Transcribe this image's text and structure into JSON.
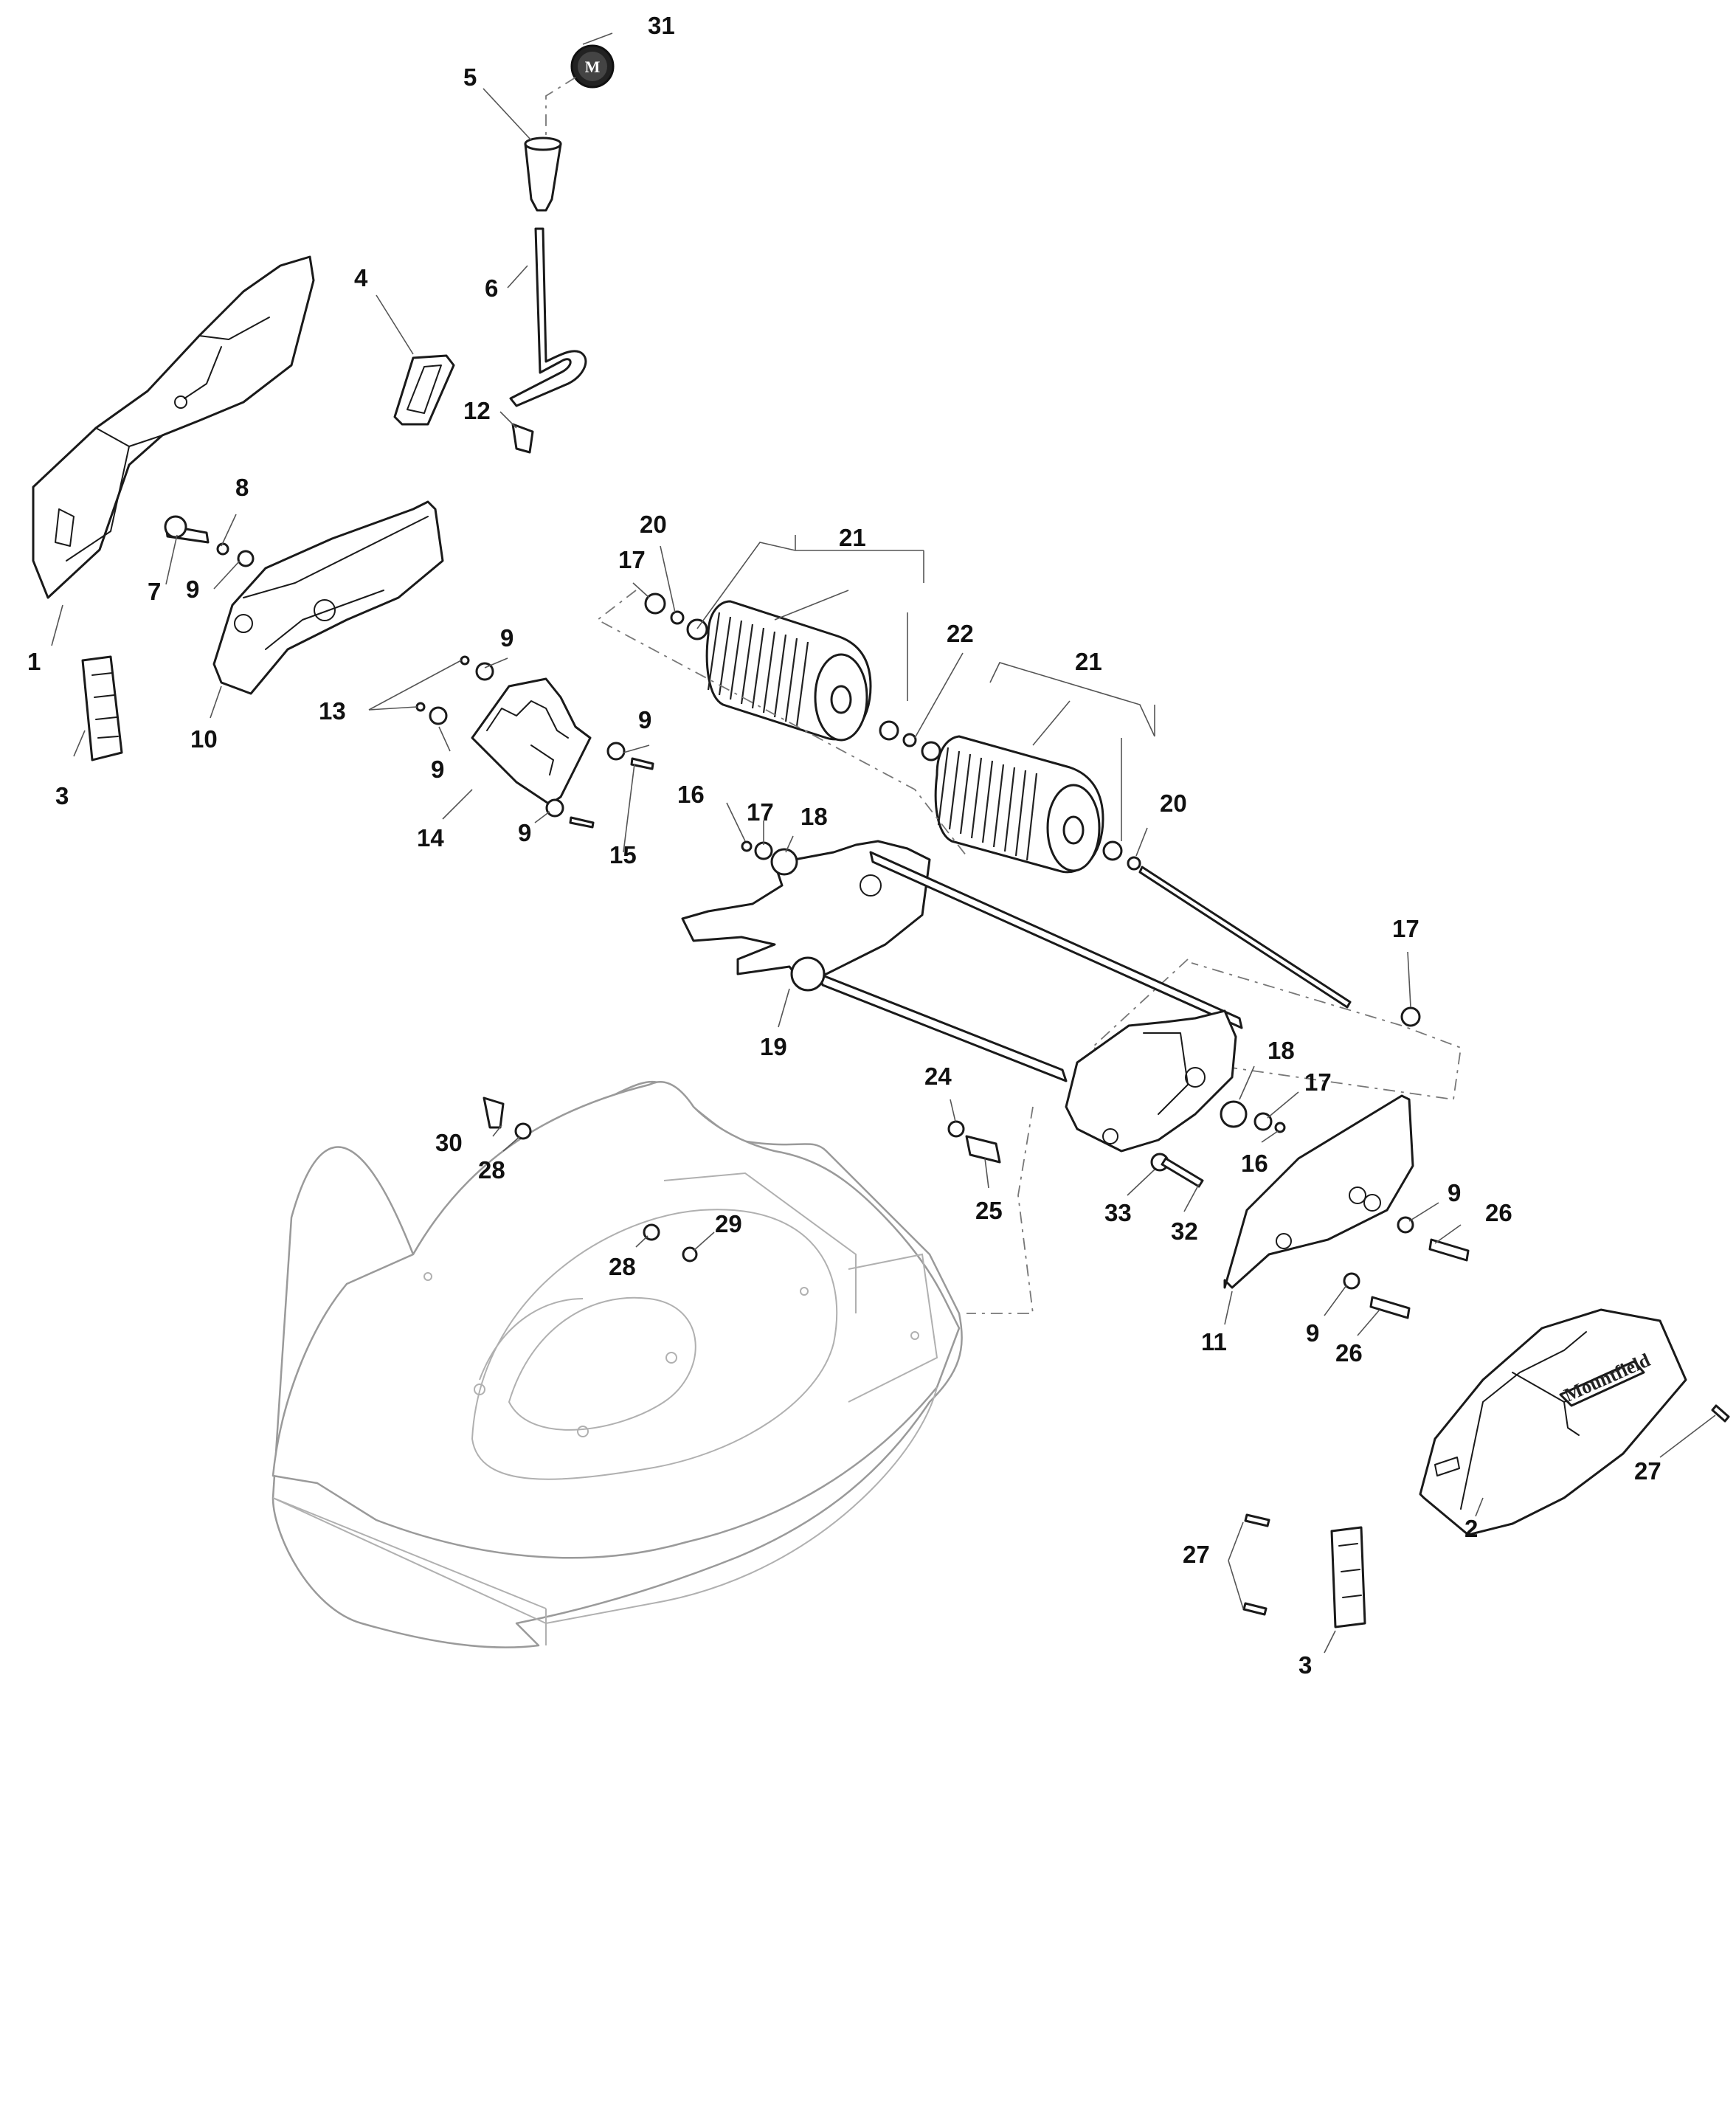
{
  "diagram": {
    "type": "exploded-parts-diagram",
    "callouts": [
      {
        "id": "c1",
        "label": "1"
      },
      {
        "id": "c2",
        "label": "2"
      },
      {
        "id": "c3a",
        "label": "3"
      },
      {
        "id": "c3b",
        "label": "3"
      },
      {
        "id": "c4",
        "label": "4"
      },
      {
        "id": "c5",
        "label": "5"
      },
      {
        "id": "c6",
        "label": "6"
      },
      {
        "id": "c7",
        "label": "7"
      },
      {
        "id": "c8",
        "label": "8"
      },
      {
        "id": "c9a",
        "label": "9"
      },
      {
        "id": "c9b",
        "label": "9"
      },
      {
        "id": "c9c",
        "label": "9"
      },
      {
        "id": "c9d",
        "label": "9"
      },
      {
        "id": "c9e",
        "label": "9"
      },
      {
        "id": "c9f",
        "label": "9"
      },
      {
        "id": "c9g",
        "label": "9"
      },
      {
        "id": "c10",
        "label": "10"
      },
      {
        "id": "c11",
        "label": "11"
      },
      {
        "id": "c12",
        "label": "12"
      },
      {
        "id": "c13",
        "label": "13"
      },
      {
        "id": "c14",
        "label": "14"
      },
      {
        "id": "c15",
        "label": "15"
      },
      {
        "id": "c16a",
        "label": "16"
      },
      {
        "id": "c16b",
        "label": "16"
      },
      {
        "id": "c17a",
        "label": "17"
      },
      {
        "id": "c17b",
        "label": "17"
      },
      {
        "id": "c17c",
        "label": "17"
      },
      {
        "id": "c17d",
        "label": "17"
      },
      {
        "id": "c18a",
        "label": "18"
      },
      {
        "id": "c18b",
        "label": "18"
      },
      {
        "id": "c19",
        "label": "19"
      },
      {
        "id": "c20a",
        "label": "20"
      },
      {
        "id": "c20b",
        "label": "20"
      },
      {
        "id": "c21a",
        "label": "21"
      },
      {
        "id": "c21b",
        "label": "21"
      },
      {
        "id": "c22",
        "label": "22"
      },
      {
        "id": "c24",
        "label": "24"
      },
      {
        "id": "c25",
        "label": "25"
      },
      {
        "id": "c26a",
        "label": "26"
      },
      {
        "id": "c26b",
        "label": "26"
      },
      {
        "id": "c27a",
        "label": "27"
      },
      {
        "id": "c27b",
        "label": "27"
      },
      {
        "id": "c28a",
        "label": "28"
      },
      {
        "id": "c28b",
        "label": "28"
      },
      {
        "id": "c29",
        "label": "29"
      },
      {
        "id": "c30",
        "label": "30"
      },
      {
        "id": "c31",
        "label": "31"
      },
      {
        "id": "c32",
        "label": "32"
      },
      {
        "id": "c33",
        "label": "33"
      }
    ],
    "badge_letter": "M",
    "brand_text": "Mountfield",
    "colors": {
      "line": "#1a1a1a",
      "deck": "#9a9a9a",
      "background": "#ffffff"
    }
  }
}
